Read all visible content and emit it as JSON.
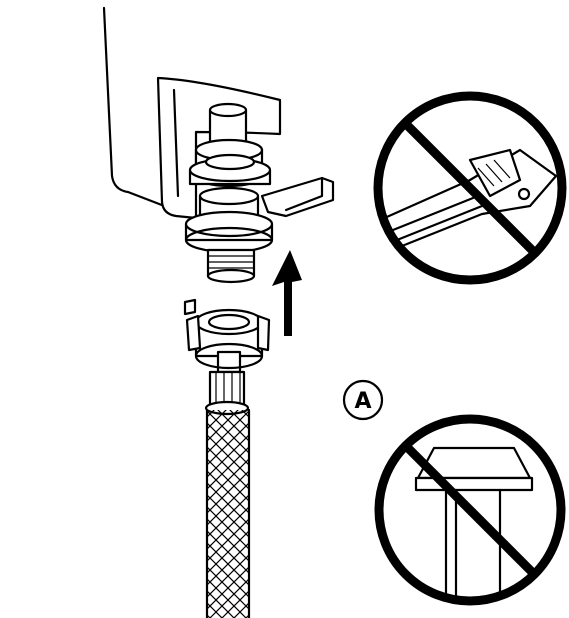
{
  "diagram": {
    "callout_label": "A",
    "colors": {
      "line": "#000000",
      "background": "#ffffff",
      "prohibition": "#000000"
    },
    "icons": [
      "appliance-body",
      "valve-fitting",
      "installation-arrow",
      "braided-inlet-hose",
      "no-wrench-icon",
      "no-washer-icon"
    ]
  }
}
